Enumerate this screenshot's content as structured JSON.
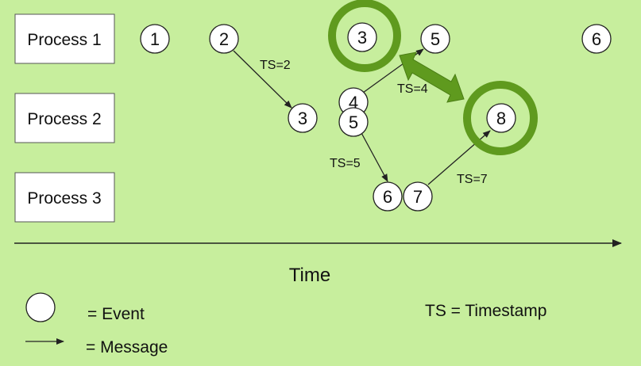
{
  "processes": [
    {
      "label": "Process 1"
    },
    {
      "label": "Process 2"
    },
    {
      "label": "Process 3"
    }
  ],
  "events": {
    "p1_e1": "1",
    "p1_e2": "2",
    "p1_e3": "3",
    "p1_e5": "5",
    "p1_e6": "6",
    "p2_e3": "3",
    "p2_e4": "4",
    "p2_e5": "5",
    "p2_e8": "8",
    "p3_e6": "6",
    "p3_e7": "7"
  },
  "messages": {
    "m1": "TS=2",
    "m2": "TS=4",
    "m3": "TS=5",
    "m4": "TS=7"
  },
  "axis": {
    "label": "Time"
  },
  "legend": {
    "event": "= Event",
    "message": "= Message",
    "timestamp": "TS = Timestamp"
  },
  "colors": {
    "background": "#c7ee9d",
    "highlight": "#5f9a1e"
  }
}
